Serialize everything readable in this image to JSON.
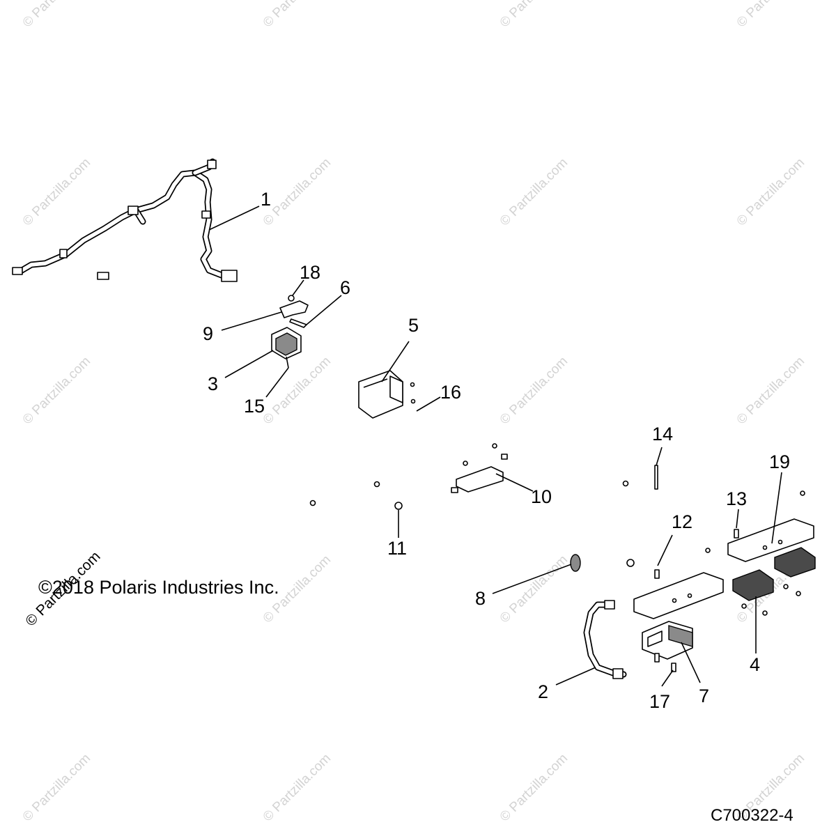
{
  "watermark": "© Partzilla.com",
  "copyright": "©2018 Polaris Industries Inc.",
  "diagram_code": "C700322-4",
  "callouts": [
    "1",
    "2",
    "3",
    "4",
    "5",
    "6",
    "7",
    "8",
    "9",
    "10",
    "11",
    "12",
    "13",
    "14",
    "15",
    "16",
    "17",
    "18",
    "19"
  ]
}
